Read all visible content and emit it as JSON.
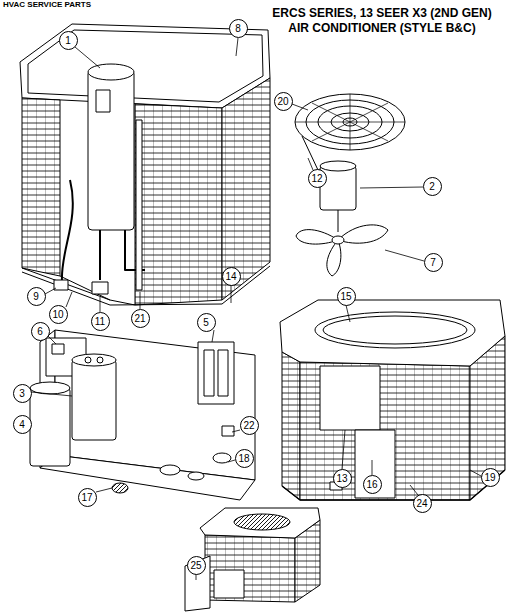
{
  "diagram": {
    "title": "ERCS SERIES, 13 SEER X3 (2ND GEN) AIR CONDITIONER (STYLE B&C)",
    "labels": [
      "HVAC SERVICE PARTS",
      "1",
      "8",
      "20",
      "12",
      "2",
      "7",
      "9",
      "10",
      "11",
      "21",
      "14",
      "15",
      "6",
      "5",
      "3",
      "4",
      "22",
      "18",
      "17",
      "13",
      "16",
      "24",
      "19",
      "25"
    ]
  }
}
